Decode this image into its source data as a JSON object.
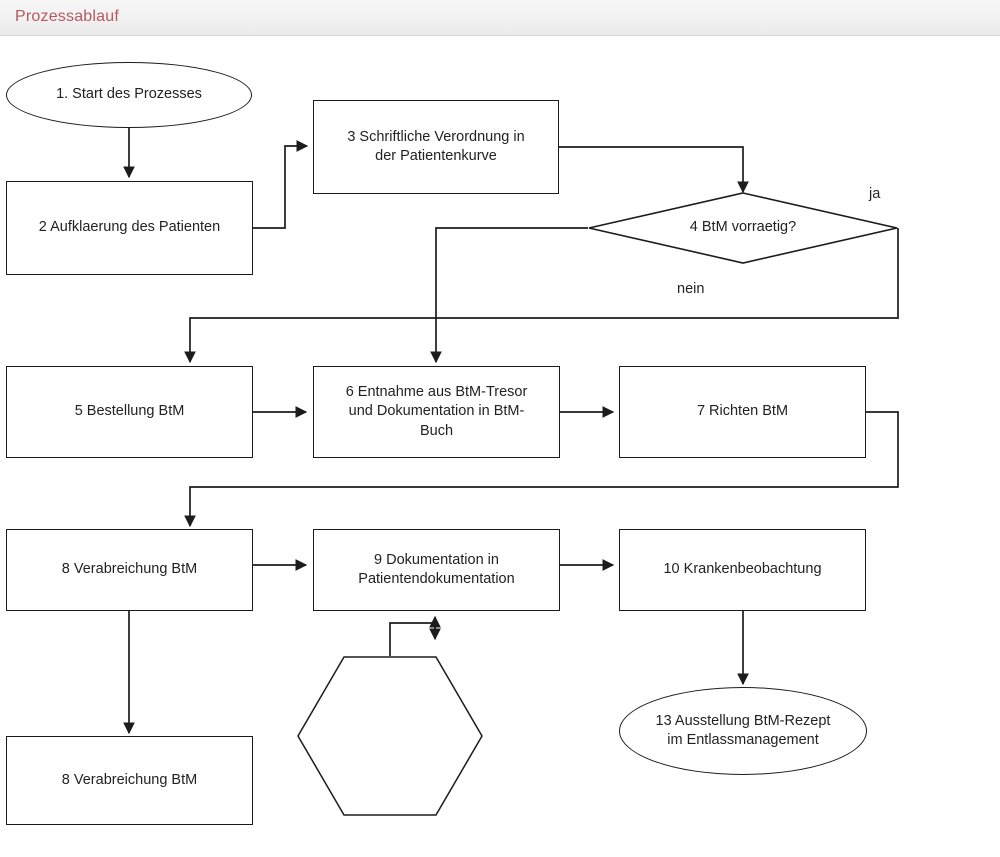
{
  "header": {
    "title": "Prozessablauf",
    "title_color": "#b5585f",
    "background_color": "#f1f1f1"
  },
  "diagram": {
    "type": "flowchart",
    "stroke_color": "#1c1c1c",
    "fill_color": "#ffffff",
    "text_color": "#222222",
    "nodes": [
      {
        "id": "n1",
        "shape": "ellipse",
        "label": "1. Start des Prozesses"
      },
      {
        "id": "n2",
        "shape": "rectangle",
        "label": "2 Aufklaerung des Patienten"
      },
      {
        "id": "n3",
        "shape": "rectangle",
        "label": "3 Schriftliche Verordnung in\nder Patientenkurve"
      },
      {
        "id": "n4",
        "shape": "diamond",
        "label": "4 BtM vorraetig?"
      },
      {
        "id": "n5",
        "shape": "rectangle",
        "label": "5 Bestellung BtM"
      },
      {
        "id": "n6",
        "shape": "rectangle",
        "label": "6 Entnahme aus BtM-Tresor\nund Dokumentation in BtM-\nBuch"
      },
      {
        "id": "n7",
        "shape": "rectangle",
        "label": "7 Richten BtM"
      },
      {
        "id": "n8",
        "shape": "rectangle",
        "label": "8 Verabreichung BtM"
      },
      {
        "id": "n9",
        "shape": "rectangle",
        "label": "9 Dokumentation in\nPatientendokumentation"
      },
      {
        "id": "n10",
        "shape": "rectangle",
        "label": "10 Krankenbeobachtung"
      },
      {
        "id": "n11",
        "shape": "hexagon",
        "label": ""
      },
      {
        "id": "n12",
        "shape": "rectangle",
        "label": "8 Verabreichung BtM"
      },
      {
        "id": "n13",
        "shape": "ellipse",
        "label": "13 Ausstellung BtM-Rezept\nim Entlassmanagement"
      }
    ],
    "edge_labels": [
      {
        "id": "e-ja",
        "label": "ja"
      },
      {
        "id": "e-nein",
        "label": "nein"
      }
    ]
  }
}
